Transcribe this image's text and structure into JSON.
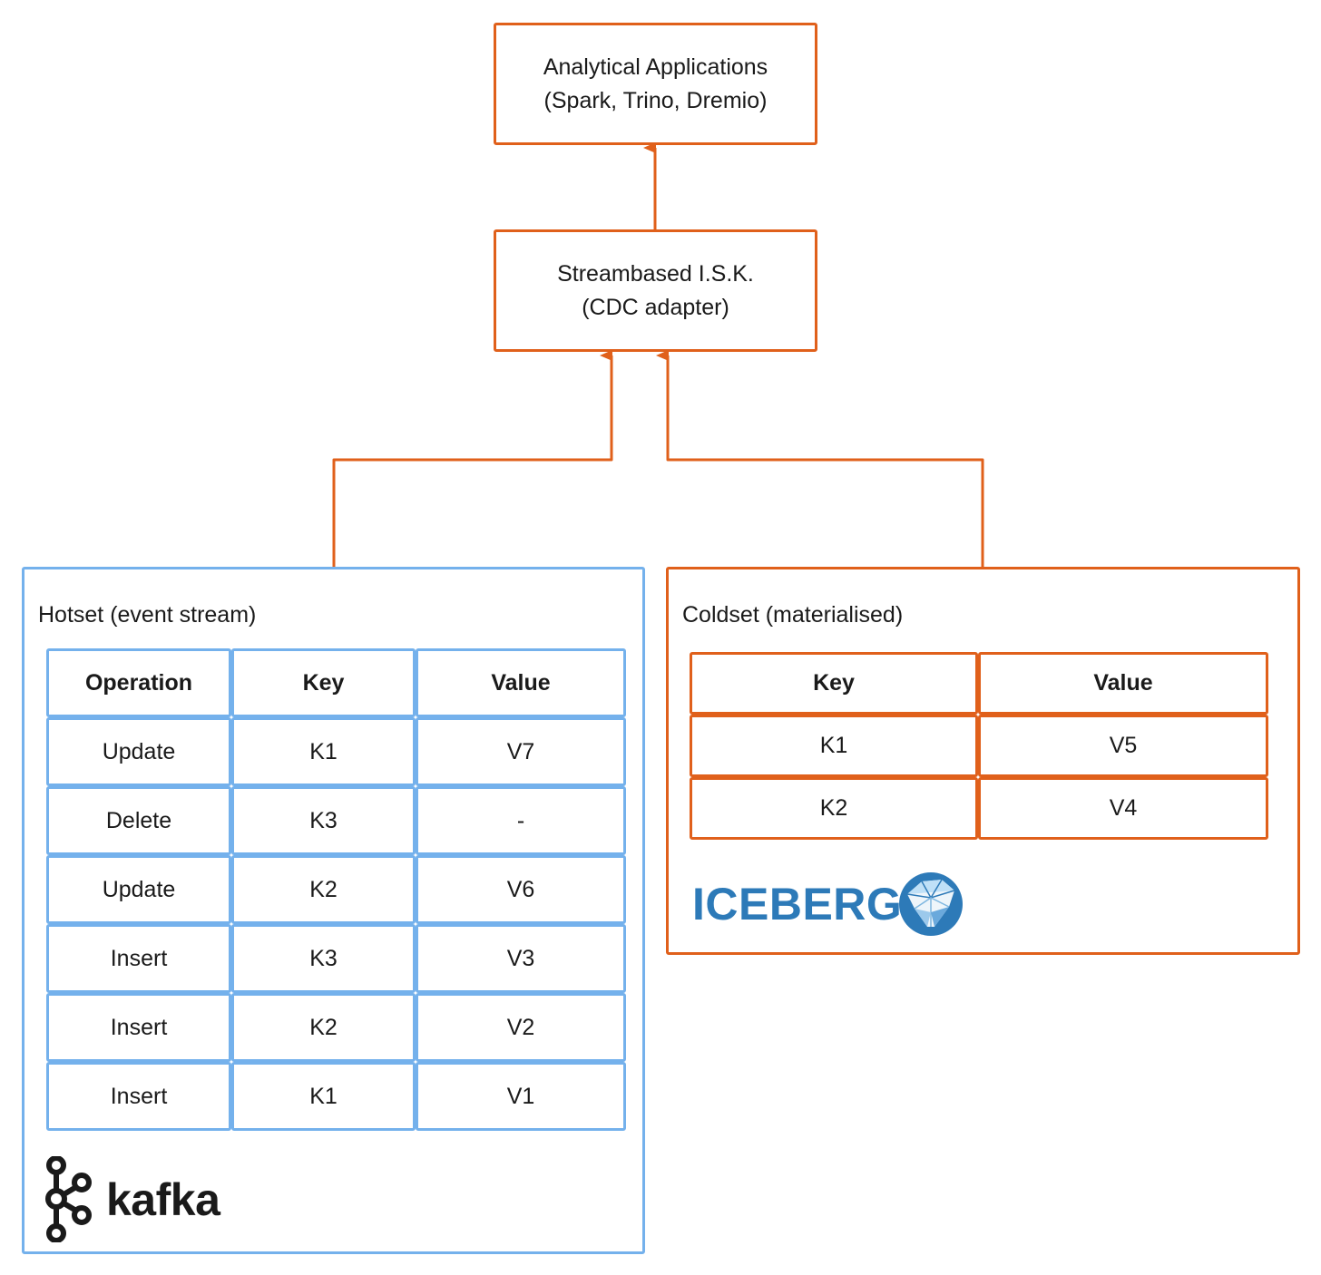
{
  "nodes": {
    "analytics": {
      "line1": "Analytical Applications",
      "line2": "(Spark, Trino, Dremio)"
    },
    "isk": {
      "line1": "Streambased I.S.K.",
      "line2": "(CDC adapter)"
    }
  },
  "hotset": {
    "title": "Hotset (event stream)",
    "headers": [
      "Operation",
      "Key",
      "Value"
    ],
    "rows": [
      [
        "Update",
        "K1",
        "V7"
      ],
      [
        "Delete",
        "K3",
        "-"
      ],
      [
        "Update",
        "K2",
        "V6"
      ],
      [
        "Insert",
        "K3",
        "V3"
      ],
      [
        "Insert",
        "K2",
        "V2"
      ],
      [
        "Insert",
        "K1",
        "V1"
      ]
    ],
    "logo": {
      "icon": "kafka-logo-icon",
      "wordmark": "kafka"
    }
  },
  "coldset": {
    "title": "Coldset (materialised)",
    "headers": [
      "Key",
      "Value"
    ],
    "rows": [
      [
        "K1",
        "V5"
      ],
      [
        "K2",
        "V4"
      ]
    ],
    "logo": {
      "icon": "iceberg-logo-icon",
      "wordmark": "ICEBERG"
    }
  },
  "colors": {
    "coldset_accent": "#e0601b",
    "hotset_accent": "#74b1ec",
    "iceberg_blue": "#2d7ab8"
  }
}
